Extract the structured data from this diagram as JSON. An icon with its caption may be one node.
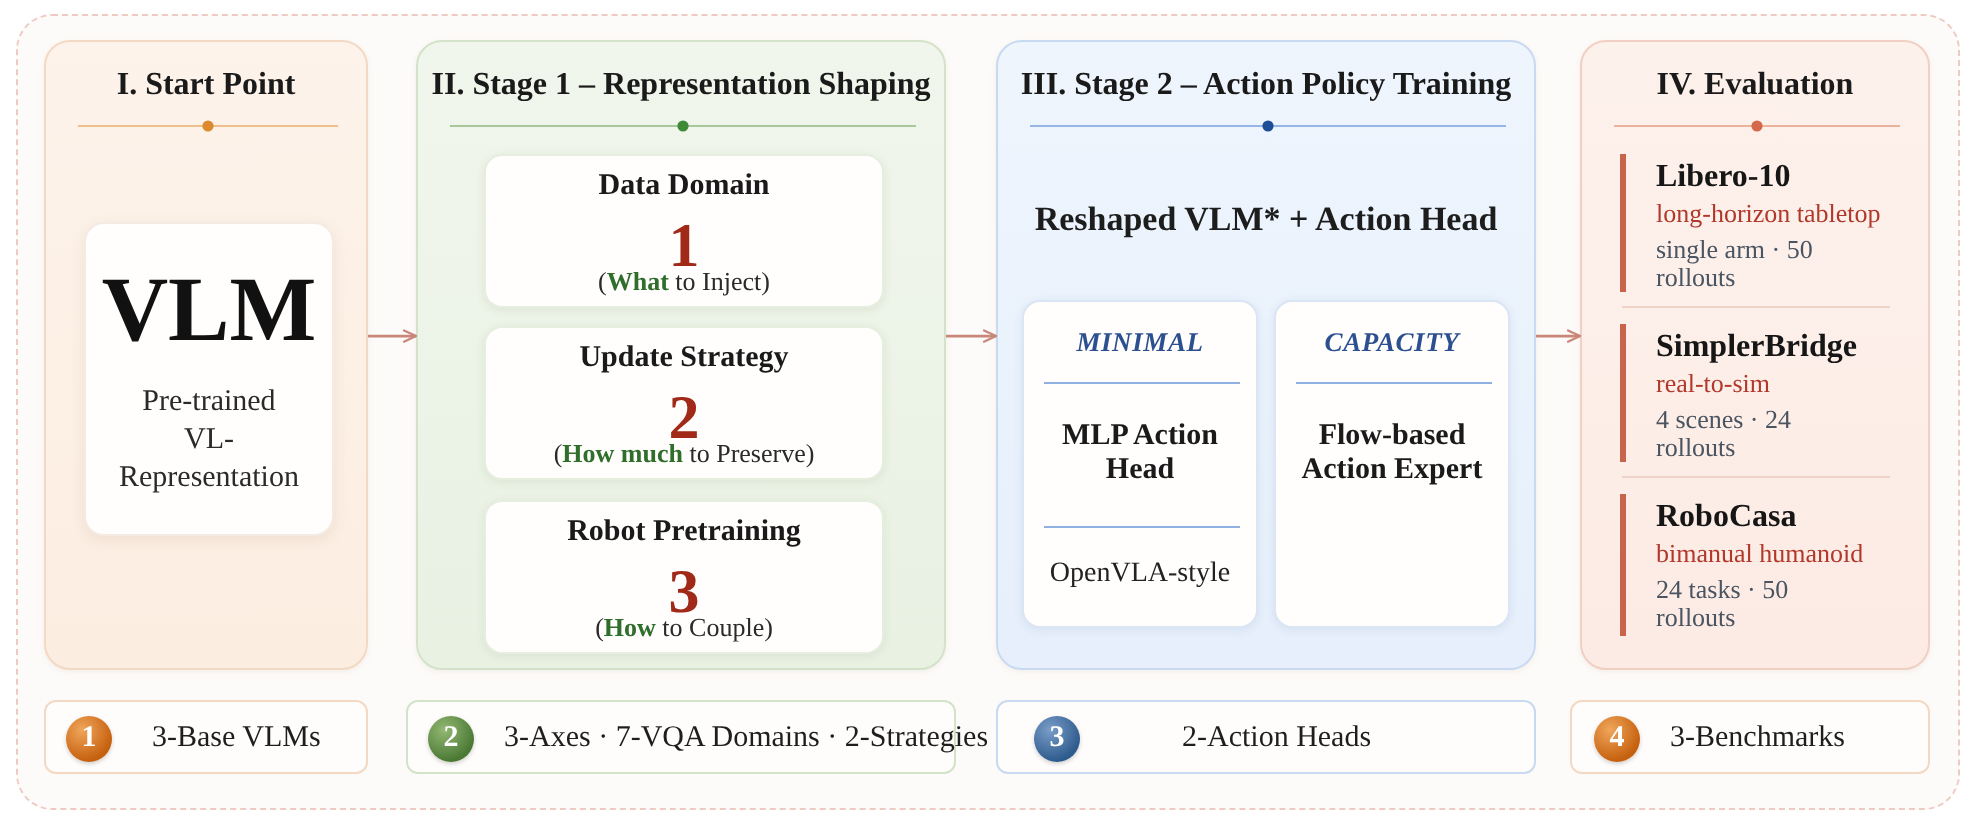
{
  "diagram": {
    "nodes": [
      {
        "text": [
          "I. Start Point"
        ]
      },
      {
        "text": [
          "VLM",
          "Pre-trained VL-Representation"
        ],
        "in": 0
      },
      {
        "text": [
          "II. Stage 1 – Representation Shaping"
        ]
      },
      {
        "text": [
          "Data Domain",
          "1",
          "(**What** to Inject)"
        ],
        "in": 2
      },
      {
        "text": [
          "Update Strategy",
          "2",
          "(**How much** to Preserve)"
        ],
        "in": 2
      },
      {
        "text": [
          "Robot Pretraining",
          "3",
          "(**How** to Couple)"
        ],
        "in": 2
      },
      {
        "text": [
          "III. Stage 2 – Action Policy Training",
          "Reshaped VLM* + Action Head"
        ]
      },
      {
        "text": [
          "MINIMAL",
          "MLP Action Head",
          "OpenVLA-style"
        ],
        "in": 6
      },
      {
        "text": [
          "CAPACITY",
          "Flow-based Action Expert"
        ],
        "in": 6
      },
      {
        "text": [
          "IV. Evaluation"
        ]
      },
      {
        "text": [
          "Libero-10",
          "long-horizon tabletop",
          "single arm · 50 rollouts"
        ],
        "in": 9
      },
      {
        "text": [
          "SimplerBridge",
          "real-to-sim",
          "4 scenes · 24 rollouts"
        ],
        "in": 9
      },
      {
        "text": [
          "RoboCasa",
          "bimanual humanoid",
          "24 tasks · 50 rollouts"
        ],
        "in": 9
      },
      {
        "text": [
          "3-Base VLMs"
        ]
      },
      {
        "text": [
          "1"
        ],
        "in": 13
      },
      {
        "text": [
          "3-Axes · 7-VQA Domains · 2-Strategies"
        ]
      },
      {
        "text": [
          "2"
        ],
        "in": 15
      },
      {
        "text": [
          "2-Action Heads"
        ]
      },
      {
        "text": [
          "3"
        ],
        "in": 17
      },
      {
        "text": [
          "3-Benchmarks"
        ]
      },
      {
        "text": [
          "4"
        ],
        "in": 19
      }
    ],
    "edges": [
      {
        "from": 0,
        "to": 2,
        "arrow": "to"
      },
      {
        "from": 2,
        "to": 6,
        "arrow": "to"
      },
      {
        "from": 6,
        "to": 9,
        "arrow": "to"
      }
    ]
  }
}
